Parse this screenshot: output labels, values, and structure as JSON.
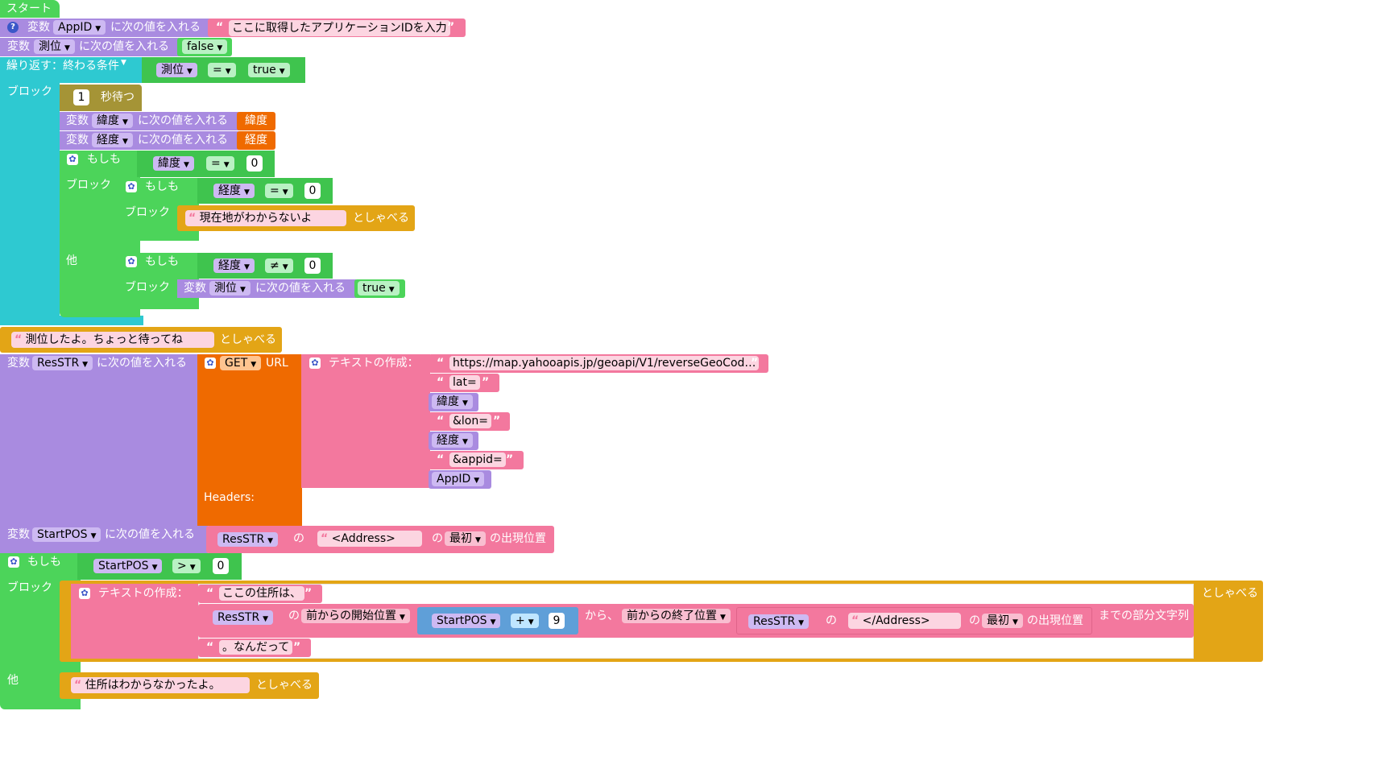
{
  "start": "スタート",
  "kw": {
    "var": "変数",
    "set": "に次の値を入れる",
    "repeat": "繰り返す：終わる条件",
    "block": "ブロック",
    "if": "もしも",
    "else": "他",
    "wait_unit": "秒待つ",
    "say": "としゃべる",
    "url": "URL",
    "text_build": "テキストの作成：",
    "headers": "Headers:",
    "of": "の",
    "first": "最初",
    "occurrence": "の出現位置",
    "from": "から、",
    "substring_end": "までの部分文字列",
    "start_pos": "前からの開始位置",
    "end_pos": "前からの終了位置",
    "help": "?",
    "gear": "✿",
    "lq": "“",
    "rq": "”",
    "arrow": "▼"
  },
  "vars": {
    "appid": "AppID",
    "sokui": "測位",
    "lat": "緯度",
    "lon": "経度",
    "resstr": "ResSTR",
    "startpos": "StartPOS"
  },
  "values": {
    "false": "false",
    "true": "true",
    "eq": "=",
    "neq": "≠",
    "gt": ">",
    "plus": "+",
    "one": "1",
    "zero": "0",
    "nine": "9",
    "get": "GET"
  },
  "strings": {
    "appid_placeholder": "ここに取得したアプリケーションIDを入力",
    "unknown_location": "現在地がわからないよ",
    "measured": "測位したよ。ちょっと待ってね",
    "url": "https://map.yahooapis.jp/geoapi/V1/reverseGeoCod…",
    "lat_eq": "lat=",
    "lon_eq": "&lon=",
    "appid_eq": "&appid=",
    "address_open": "<Address>",
    "address_close": "</Address>",
    "here_address": "ここの住所は、",
    "nandatte": "。なんだって",
    "unknown_address": "住所はわからなかったよ。"
  },
  "colors": {
    "control": "#4cd45a",
    "loop": "#2ec9d1",
    "variable": "#a98be0",
    "text": "#f3789e",
    "web": "#ef6a00",
    "speech": "#e3a516",
    "timer": "#a59436",
    "math": "#5f9fd8"
  }
}
